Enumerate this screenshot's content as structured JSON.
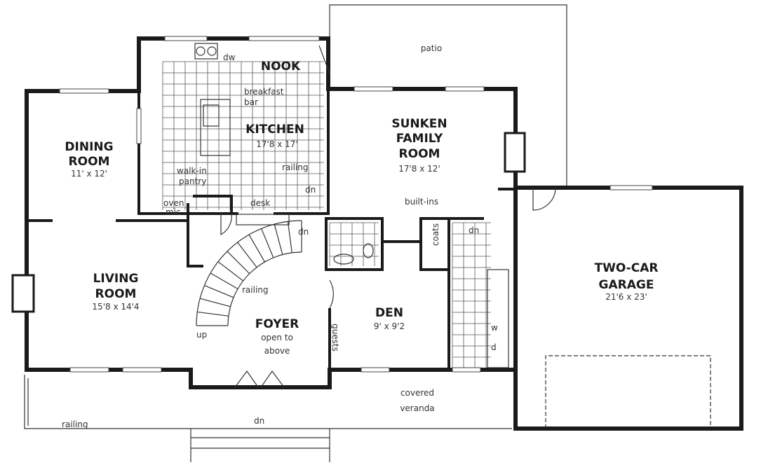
{
  "rooms": {
    "nook": {
      "name": "NOOK"
    },
    "kitchen": {
      "name": "KITCHEN",
      "size": "17'8 x 17'"
    },
    "dining": {
      "name_line1": "DINING",
      "name_line2": "ROOM",
      "size": "11' x 12'"
    },
    "family": {
      "name_line1": "SUNKEN",
      "name_line2": "FAMILY",
      "name_line3": "ROOM",
      "size": "17'8 x 12'"
    },
    "living": {
      "name_line1": "LIVING",
      "name_line2": "ROOM",
      "size": "15'8 x 14'4"
    },
    "foyer": {
      "name": "FOYER",
      "note_line1": "open to",
      "note_line2": "above"
    },
    "den": {
      "name": "DEN",
      "size": "9' x 9'2"
    },
    "garage": {
      "name": "TWO-CAR",
      "name_line2": "GARAGE",
      "size": "21'6 x 23'"
    },
    "patio": {
      "name": "patio"
    },
    "veranda": {
      "name_line1": "covered",
      "name_line2": "veranda"
    }
  },
  "labels": {
    "dw": "dw",
    "breakfast_bar_1": "breakfast",
    "breakfast_bar_2": "bar",
    "railing_kitchen": "railing",
    "dn_kitchen": "dn",
    "walkin_1": "walk-in",
    "walkin_2": "pantry",
    "oven_1": "oven",
    "oven_2": "mic",
    "desk": "desk",
    "dn_stair": "dn",
    "railing_stair": "railing",
    "up": "up",
    "built_ins": "built-ins",
    "coats": "coats",
    "dn_hall": "dn",
    "guests": "guests",
    "w": "w",
    "d": "d",
    "railing_veranda": "railing",
    "dn_veranda": "dn"
  }
}
